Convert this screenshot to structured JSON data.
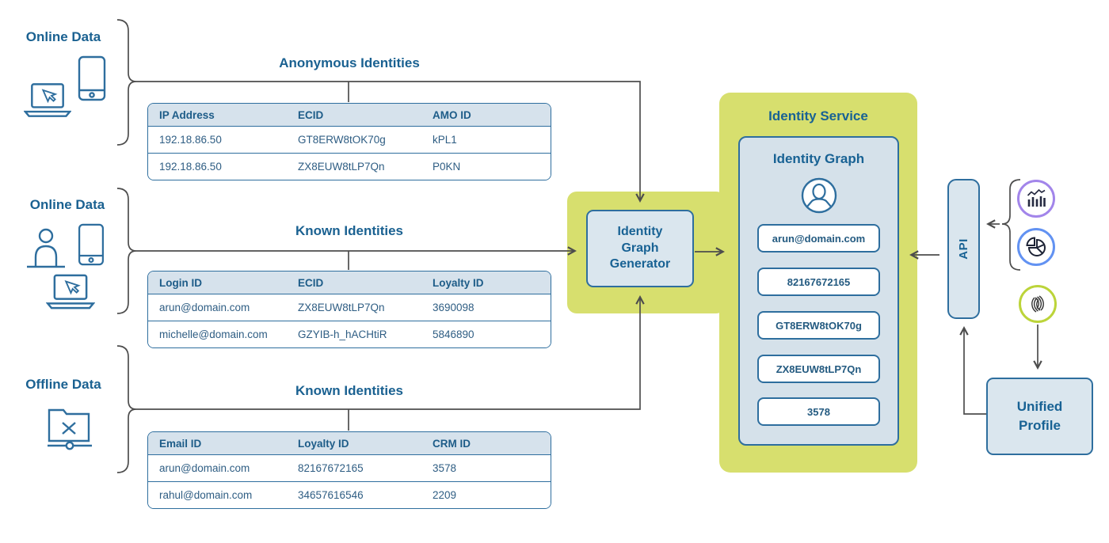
{
  "sources": [
    {
      "label": "Online Data",
      "icons": [
        "laptop-cursor-icon",
        "phone-icon"
      ]
    },
    {
      "label": "Online Data",
      "icons": [
        "person-icon",
        "phone-icon",
        "laptop-cursor-icon"
      ]
    },
    {
      "label": "Offline Data",
      "icons": [
        "network-folder-icon"
      ]
    }
  ],
  "tables": [
    {
      "title": "Anonymous Identities",
      "headers": [
        "IP Address",
        "ECID",
        "AMO ID"
      ],
      "rows": [
        [
          "192.18.86.50",
          "GT8ERW8tOK70g",
          "kPL1"
        ],
        [
          "192.18.86.50",
          "ZX8EUW8tLP7Qn",
          "P0KN"
        ]
      ]
    },
    {
      "title": "Known Identities",
      "headers": [
        "Login ID",
        "ECID",
        "Loyalty ID"
      ],
      "rows": [
        [
          "arun@domain.com",
          "ZX8EUW8tLP7Qn",
          "3690098"
        ],
        [
          "michelle@domain.com",
          "GZYIB-h_hACHtiR",
          "5846890"
        ]
      ]
    },
    {
      "title": "Known Identities",
      "headers": [
        "Email ID",
        "Loyalty ID",
        "CRM ID"
      ],
      "rows": [
        [
          "arun@domain.com",
          "82167672165",
          "3578"
        ],
        [
          "rahul@domain.com",
          "34657616546",
          "2209"
        ]
      ]
    }
  ],
  "generator": {
    "label": "Identity Graph Generator"
  },
  "identity_service": {
    "title": "Identity Service",
    "graph": {
      "title": "Identity Graph",
      "icon": "person-icon",
      "chips": [
        "arun@domain.com",
        "82167672165",
        "GT8ERW8tOK70g",
        "ZX8EUW8tLP7Qn",
        "3578"
      ]
    }
  },
  "api": {
    "label": "API"
  },
  "unified_profile": {
    "label": "Unified Profile"
  },
  "destinations": [
    {
      "icon": "bar-chart-icon",
      "ring_color": "#a285ea"
    },
    {
      "icon": "pie-chart-icon",
      "ring_color": "#6292f2"
    },
    {
      "icon": "experience-platform-icon",
      "ring_color": "#bcd43a"
    }
  ],
  "colors": {
    "green_panel": "#d7df6e",
    "box_fill": "#dae6ee",
    "inner_fill": "#d5e1ea",
    "border_blue": "#2e6e9e",
    "heading_blue": "#186294",
    "table_header_bg": "#d6e2ec",
    "line_gray": "#4d4d4d"
  }
}
